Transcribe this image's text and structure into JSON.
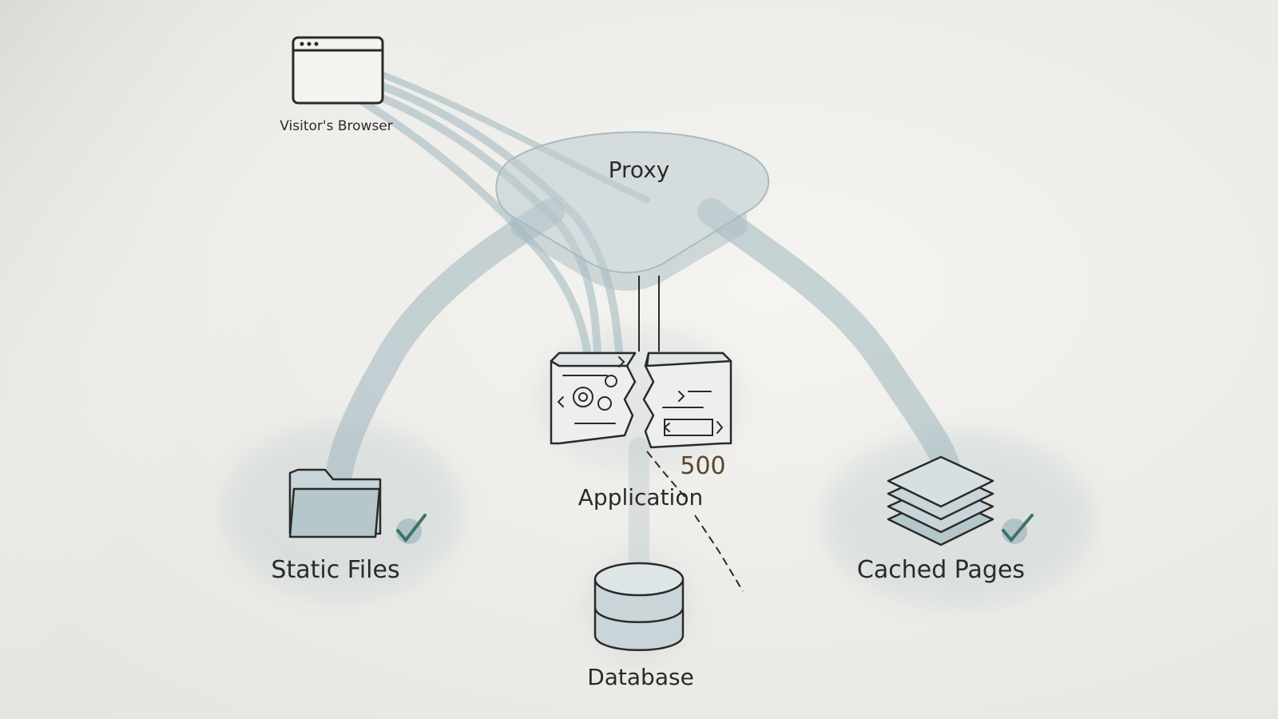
{
  "nodes": {
    "browser": {
      "label": "Visitor's Browser"
    },
    "proxy": {
      "label": "Proxy"
    },
    "application": {
      "label": "Application",
      "status_code": "500",
      "status": "error"
    },
    "static_files": {
      "label": "Static Files",
      "status": "ok"
    },
    "cached_pages": {
      "label": "Cached Pages",
      "status": "ok"
    },
    "database": {
      "label": "Database"
    }
  },
  "colors": {
    "paper": "#efeeea",
    "watercolor": "#9fb6bd",
    "ink": "#2a2a2a",
    "check": "#3f7168",
    "error_code": "#b07a45"
  }
}
